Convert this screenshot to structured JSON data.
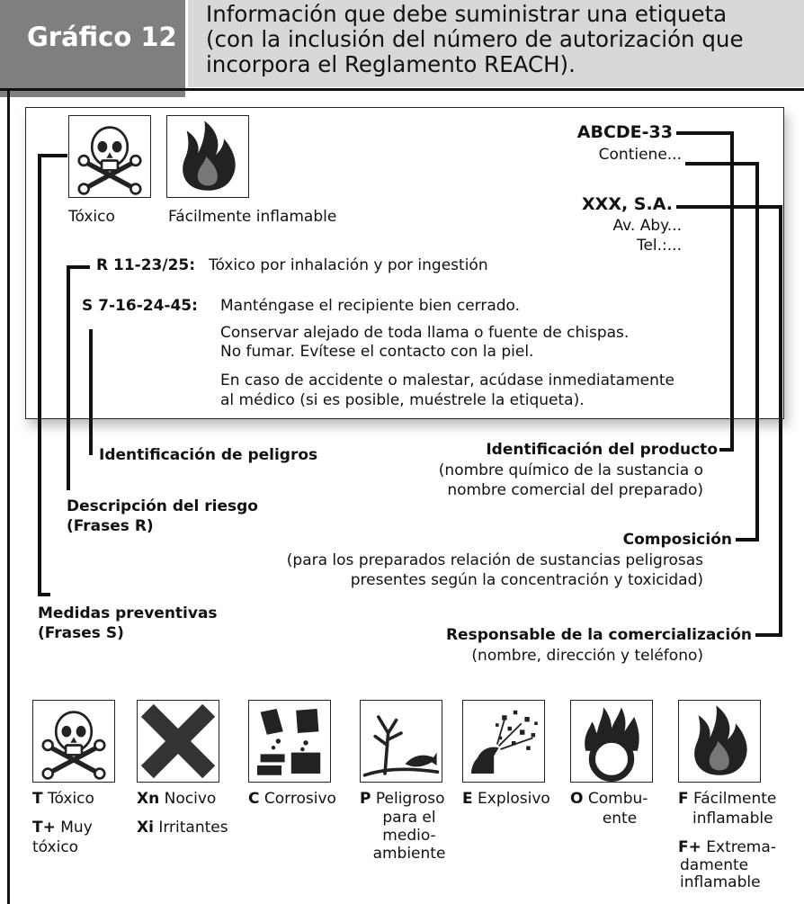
{
  "header": {
    "badge": "Gráfico 12",
    "title_lines": [
      "Información que debe suministrar una etiqueta",
      "(con la inclusión del número de autorización que",
      "incorpora el Reglamento REACH)."
    ]
  },
  "label": {
    "pictograms": [
      {
        "icon": "skull-crossbones-icon",
        "caption": "Tóxico"
      },
      {
        "icon": "flame-icon",
        "caption": "Fácilmente inflamable"
      }
    ],
    "authorization_number": "ABCDE-33",
    "contains": "Contiene...",
    "company": "XXX, S.A.",
    "address": "Av. Aby...",
    "phone": "Tel.:...",
    "r_code": "R 11-23/25:",
    "r_text": "Tóxico por inhalación y por ingestión",
    "s_code": "S 7-16-24-45:",
    "s_lines": [
      "Manténgase el recipiente bien cerrado.",
      "Conservar alejado de toda llama o fuente de chispas.",
      "No fumar. Evítese el contacto con la piel.",
      "En caso de accidente o malestar, acúdase inmediatamente",
      "al médico (si es posible, muéstrele la etiqueta)."
    ]
  },
  "callouts": {
    "hazards": "Identificación de peligros",
    "risk_lines": [
      "Descripción del riesgo",
      "(Frases R)"
    ],
    "preventive_lines": [
      "Medidas preventivas",
      "(Frases S)"
    ],
    "product_title": "Identificación del producto",
    "product_desc": [
      "(nombre químico de la sustancia o",
      "nombre comercial del preparado)"
    ],
    "composition_title": "Composición",
    "composition_desc": [
      "(para los preparados relación de sustancias peligrosas",
      "presentes según la concentración y toxicidad)"
    ],
    "responsible_title": "Responsable de la comercialización",
    "responsible_desc": "(nombre, dirección y teléfono)"
  },
  "legend": [
    {
      "icon": "skull-crossbones-icon",
      "entries": [
        {
          "code": "T",
          "lines": [
            "Tóxico"
          ]
        },
        {
          "code": "T+",
          "lines": [
            "Muy",
            "tóxico"
          ]
        }
      ]
    },
    {
      "icon": "x-cross-icon",
      "entries": [
        {
          "code": "Xn",
          "lines": [
            "Nocivo"
          ]
        },
        {
          "code": "Xi",
          "lines": [
            "Irritantes"
          ]
        }
      ]
    },
    {
      "icon": "corrosive-icon",
      "entries": [
        {
          "code": "C",
          "lines": [
            "Corrosivo"
          ]
        }
      ]
    },
    {
      "icon": "dead-tree-fish-icon",
      "entries": [
        {
          "code": "P",
          "lines": [
            "Peligroso",
            "para el",
            "medio-",
            "ambiente"
          ]
        }
      ]
    },
    {
      "icon": "explosion-icon",
      "entries": [
        {
          "code": "E",
          "lines": [
            "Explosivo"
          ]
        }
      ]
    },
    {
      "icon": "flame-over-circle-icon",
      "entries": [
        {
          "code": "O",
          "lines": [
            "Combu-",
            "ente"
          ]
        }
      ]
    },
    {
      "icon": "flame-icon",
      "entries": [
        {
          "code": "F",
          "lines": [
            "Fácilmente",
            "inflamable"
          ]
        },
        {
          "code": "F+",
          "lines": [
            "Extrema-",
            "damente",
            "inflamable"
          ]
        }
      ]
    }
  ],
  "colors": {
    "header_dark": "#7f7f7f",
    "header_light": "#d8d8d8",
    "ink": "#111111"
  }
}
